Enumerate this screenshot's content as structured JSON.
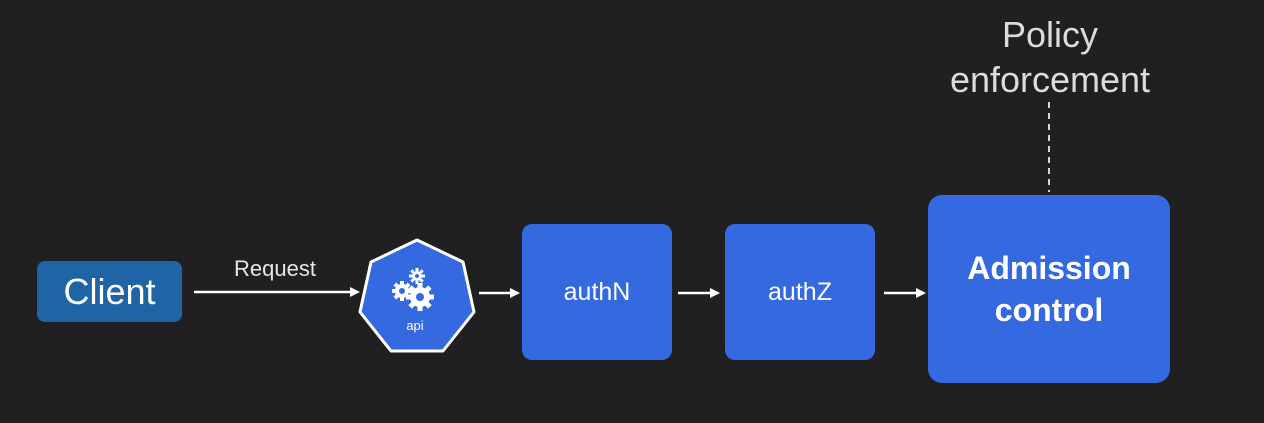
{
  "diagram": {
    "client_label": "Client",
    "request_label": "Request",
    "api_label": "api",
    "authn_label": "authN",
    "authz_label": "authZ",
    "admission_line1": "Admission",
    "admission_line2": "control",
    "policy_line1": "Policy",
    "policy_line2": "enforcement"
  },
  "colors": {
    "background": "#202022",
    "client_fill": "#1f65a6",
    "stage_fill": "#3469e0",
    "api_fill": "#3469e0",
    "arrow": "#ffffff"
  },
  "icons": {
    "api": "kubernetes-api-gears-icon"
  }
}
